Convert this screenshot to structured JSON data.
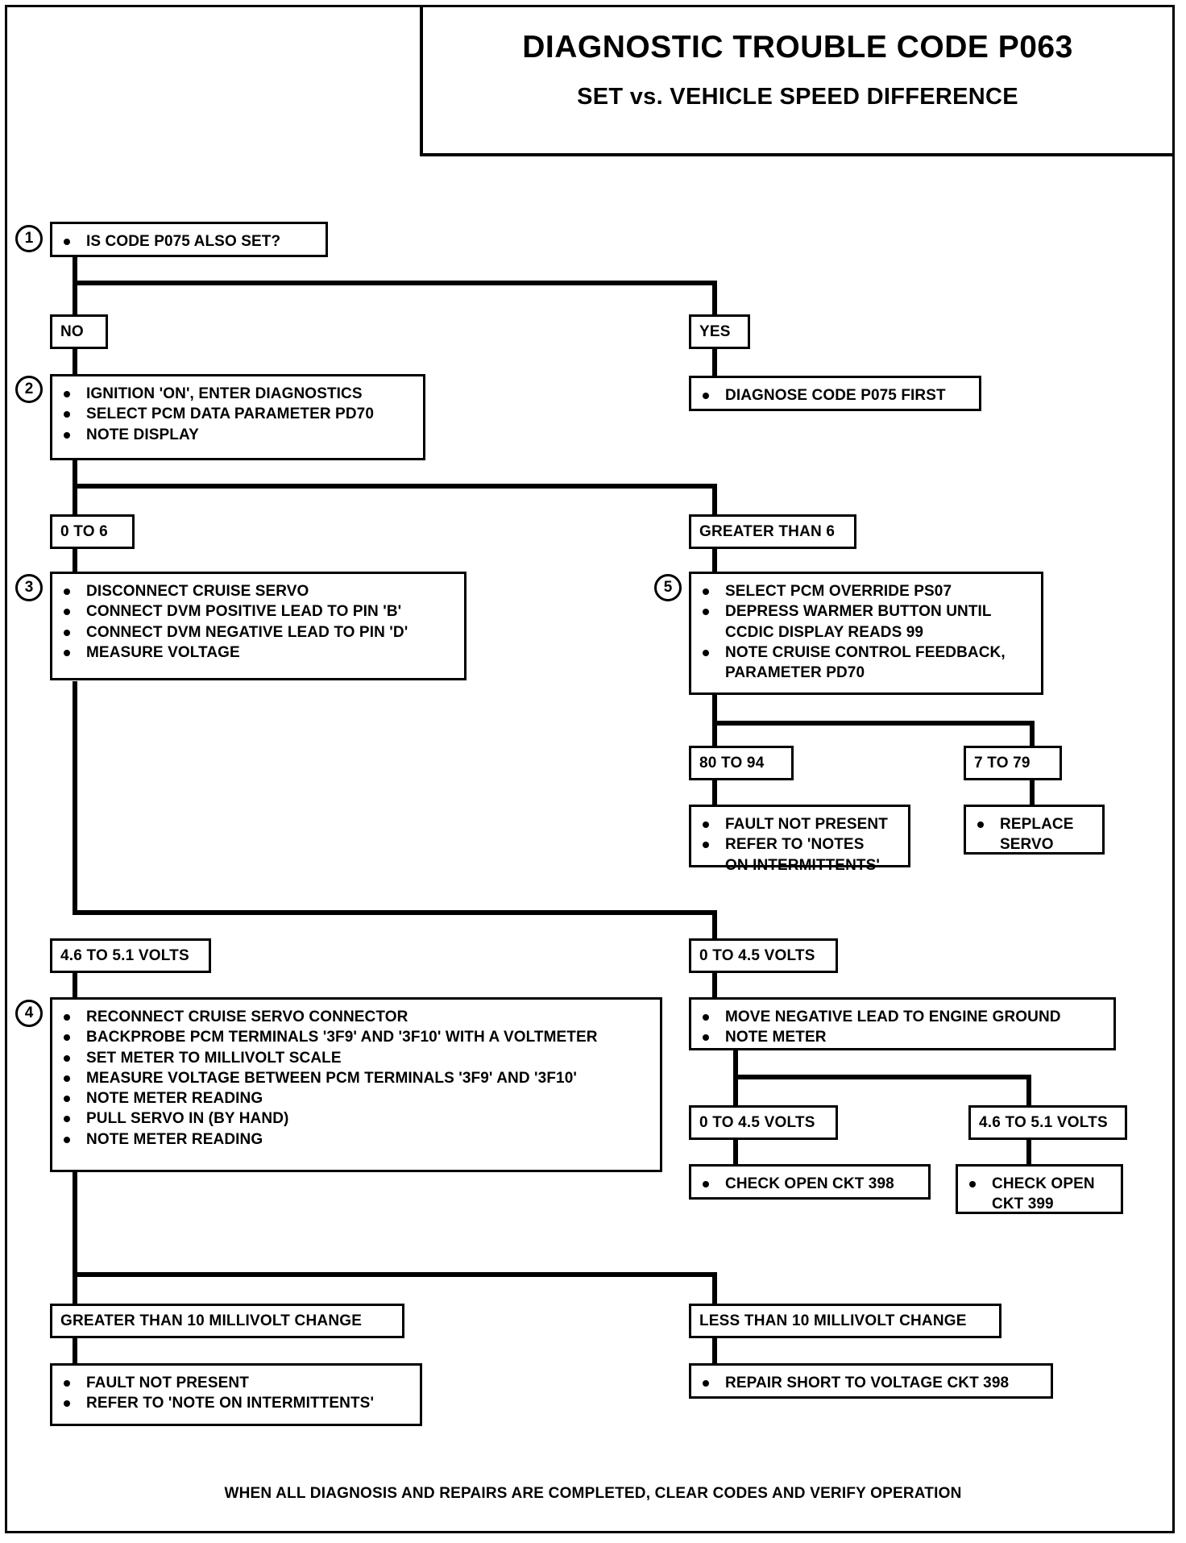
{
  "title": {
    "main": "DIAGNOSTIC TROUBLE CODE P063",
    "sub": "SET vs. VEHICLE SPEED DIFFERENCE"
  },
  "steps": {
    "s1": "1",
    "s2": "2",
    "s3": "3",
    "s4": "4",
    "s5": "5"
  },
  "nodes": {
    "step1": {
      "bullets": [
        "IS CODE P075 ALSO SET?"
      ]
    },
    "branch_no": "NO",
    "branch_yes": "YES",
    "yes_action": {
      "bullets": [
        "DIAGNOSE CODE P075 FIRST"
      ]
    },
    "step2": {
      "bullets": [
        "IGNITION 'ON', ENTER DIAGNOSTICS",
        "SELECT PCM DATA PARAMETER PD70",
        "NOTE DISPLAY"
      ]
    },
    "branch_0to6": "0 TO 6",
    "branch_gt6": "GREATER THAN 6",
    "step3": {
      "bullets": [
        "DISCONNECT CRUISE SERVO",
        "CONNECT DVM POSITIVE LEAD TO PIN 'B'",
        "CONNECT DVM NEGATIVE LEAD TO PIN 'D'",
        "MEASURE VOLTAGE"
      ]
    },
    "step5": {
      "bullets": [
        "SELECT PCM OVERRIDE PS07",
        "DEPRESS WARMER BUTTON UNTIL\nCCDIC DISPLAY READS 99",
        "NOTE CRUISE CONTROL FEEDBACK,\nPARAMETER PD70"
      ]
    },
    "branch_80to94": "80 TO 94",
    "branch_7to79": "7 TO 79",
    "fault_not_present_a": {
      "bullets": [
        "FAULT NOT PRESENT",
        "REFER TO 'NOTES\nON INTERMITTENTS'"
      ]
    },
    "replace_servo": {
      "bullets": [
        "REPLACE\nSERVO"
      ]
    },
    "branch_46to51_left": "4.6 TO 5.1 VOLTS",
    "branch_0to45_right": "0 TO 4.5 VOLTS",
    "step4": {
      "bullets": [
        "RECONNECT CRUISE SERVO CONNECTOR",
        "BACKPROBE PCM TERMINALS '3F9' AND '3F10' WITH A VOLTMETER",
        "SET METER TO MILLIVOLT SCALE",
        "MEASURE VOLTAGE BETWEEN PCM TERMINALS '3F9' AND '3F10'",
        "NOTE METER READING",
        "PULL SERVO IN  (BY HAND)",
        "NOTE METER READING"
      ]
    },
    "move_lead": {
      "bullets": [
        "MOVE NEGATIVE LEAD TO ENGINE GROUND",
        "NOTE METER"
      ]
    },
    "branch_0to45_b": "0 TO 4.5 VOLTS",
    "branch_46to51_b": "4.6 TO 5.1 VOLTS",
    "check_open_398": {
      "bullets": [
        "CHECK OPEN CKT 398"
      ]
    },
    "check_open_399": {
      "bullets": [
        "CHECK OPEN\nCKT 399"
      ]
    },
    "branch_gt10mv": "GREATER THAN 10 MILLIVOLT CHANGE",
    "branch_lt10mv": "LESS THAN 10 MILLIVOLT CHANGE",
    "fault_not_present_b": {
      "bullets": [
        "FAULT NOT PRESENT",
        "REFER TO 'NOTE ON INTERMITTENTS'"
      ]
    },
    "repair_short": {
      "bullets": [
        "REPAIR SHORT TO VOLTAGE CKT 398"
      ]
    }
  },
  "footer": "WHEN ALL DIAGNOSIS AND REPAIRS ARE COMPLETED, CLEAR CODES AND VERIFY OPERATION"
}
